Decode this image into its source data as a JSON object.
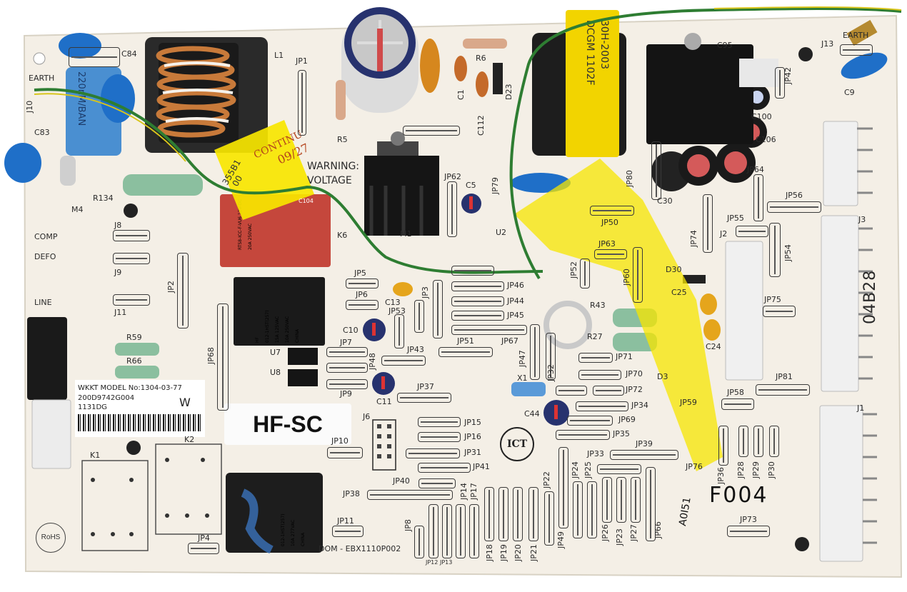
{
  "board": {
    "model_label": "WKKT MODEL No:1304-03-77",
    "part_number": "200D9742G004",
    "date_code": "1131DG",
    "logo_mark": "W",
    "id_label": "HF-SC",
    "dom_label": "DOM - EBX1110P002",
    "rohs": "RoHS",
    "ict": "ICT",
    "marker_main": "F004",
    "marker_small": "A0I51",
    "serial_vertical": "04B28",
    "warning_line1": "WARNING:",
    "warning_line2": "VOLTAGE",
    "earth_left": "EARTH",
    "earth_right": "EARTH"
  },
  "transformer": {
    "label1": "30H-2003",
    "label2": "DCGM 1102F"
  },
  "relays": {
    "k6_text": "RTS8-ICC-F-VU6 12V-DC",
    "k6_rating": "20A 250VAC",
    "relay_brand": "HF",
    "relay_model_1": "012-1HST(257)",
    "relay_origin": "CHINA",
    "relay_rating_1": "15A 125VAC",
    "relay_rating_2": "10A 250VAC",
    "relay_rating_3": "10A 277VAC"
  },
  "tape": {
    "text1": "CONTINU",
    "text2": "09/27",
    "text3": "355B1",
    "text4": "00"
  },
  "labels": [
    {
      "id": "C84",
      "t": "C84"
    },
    {
      "id": "L1",
      "t": "L1"
    },
    {
      "id": "JP1",
      "t": "JP1"
    },
    {
      "id": "R6",
      "t": "R6"
    },
    {
      "id": "C1",
      "t": "C1"
    },
    {
      "id": "C112",
      "t": "C112"
    },
    {
      "id": "D23",
      "t": "D23"
    },
    {
      "id": "R5",
      "t": "R5"
    },
    {
      "id": "J10",
      "t": "J10"
    },
    {
      "id": "C83",
      "t": "C83"
    },
    {
      "id": "R134",
      "t": "R134"
    },
    {
      "id": "M4",
      "t": "M4"
    },
    {
      "id": "C104",
      "t": "C104"
    },
    {
      "id": "K6",
      "t": "K6"
    },
    {
      "id": "J8",
      "t": "J8"
    },
    {
      "id": "COMP",
      "t": "COMP"
    },
    {
      "id": "DEF",
      "t": "DEFO"
    },
    {
      "id": "J9",
      "t": "J9"
    },
    {
      "id": "JP2",
      "t": "JP2"
    },
    {
      "id": "LINE",
      "t": "LINE"
    },
    {
      "id": "J11",
      "t": "J11"
    },
    {
      "id": "R59",
      "t": "R59"
    },
    {
      "id": "R66",
      "t": "R66"
    },
    {
      "id": "JP68",
      "t": "JP68"
    },
    {
      "id": "U7",
      "t": "U7"
    },
    {
      "id": "U8",
      "t": "U8"
    },
    {
      "id": "K1",
      "t": "K1"
    },
    {
      "id": "K2",
      "t": "K2"
    },
    {
      "id": "JP4",
      "t": "JP4"
    },
    {
      "id": "JP62",
      "t": "JP62"
    },
    {
      "id": "C5",
      "t": "C5"
    },
    {
      "id": "JP79",
      "t": "JP79"
    },
    {
      "id": "JP5",
      "t": "JP5"
    },
    {
      "id": "JP6",
      "t": "JP6"
    },
    {
      "id": "C13",
      "t": "C13"
    },
    {
      "id": "JP53",
      "t": "JP53"
    },
    {
      "id": "JP3",
      "t": "JP3"
    },
    {
      "id": "C10",
      "t": "C10"
    },
    {
      "id": "JP7",
      "t": "JP7"
    },
    {
      "id": "JP48",
      "t": "JP48"
    },
    {
      "id": "JP43",
      "t": "JP43"
    },
    {
      "id": "JP9",
      "t": "JP9"
    },
    {
      "id": "C11",
      "t": "C11"
    },
    {
      "id": "JP37",
      "t": "JP37"
    },
    {
      "id": "J6",
      "t": "J6"
    },
    {
      "id": "JP10",
      "t": "JP10"
    },
    {
      "id": "JP15",
      "t": "JP15"
    },
    {
      "id": "JP16",
      "t": "JP16"
    },
    {
      "id": "JP31",
      "t": "JP31"
    },
    {
      "id": "JP41",
      "t": "JP41"
    },
    {
      "id": "JP40",
      "t": "JP40"
    },
    {
      "id": "JP38",
      "t": "JP38"
    },
    {
      "id": "JP11",
      "t": "JP11"
    },
    {
      "id": "JP8",
      "t": "JP8"
    },
    {
      "id": "JP12",
      "t": "JP12"
    },
    {
      "id": "JP13",
      "t": "JP13"
    },
    {
      "id": "JP14",
      "t": "JP14"
    },
    {
      "id": "JP17",
      "t": "JP17"
    },
    {
      "id": "JP18",
      "t": "JP18"
    },
    {
      "id": "JP19",
      "t": "JP19"
    },
    {
      "id": "JP20",
      "t": "JP20"
    },
    {
      "id": "JP21",
      "t": "JP21"
    },
    {
      "id": "JP22",
      "t": "JP22"
    },
    {
      "id": "JP49",
      "t": "JP49"
    },
    {
      "id": "JP24",
      "t": "JP24"
    },
    {
      "id": "JP25",
      "t": "JP25"
    },
    {
      "id": "JP26",
      "t": "JP26"
    },
    {
      "id": "JP23",
      "t": "JP23"
    },
    {
      "id": "JP27",
      "t": "JP27"
    },
    {
      "id": "JP66",
      "t": "JP66"
    },
    {
      "id": "JP46",
      "t": "JP46"
    },
    {
      "id": "JP44",
      "t": "JP44"
    },
    {
      "id": "JP45",
      "t": "JP45"
    },
    {
      "id": "JP51",
      "t": "JP51"
    },
    {
      "id": "JP67",
      "t": "JP67"
    },
    {
      "id": "JP47",
      "t": "JP47"
    },
    {
      "id": "JP32",
      "t": "JP32"
    },
    {
      "id": "X1",
      "t": "X1"
    },
    {
      "id": "C44",
      "t": "C44"
    },
    {
      "id": "JP52",
      "t": "JP52"
    },
    {
      "id": "JP63",
      "t": "JP63"
    },
    {
      "id": "JP60",
      "t": "JP60"
    },
    {
      "id": "JP50",
      "t": "JP50"
    },
    {
      "id": "JP80",
      "t": "JP80"
    },
    {
      "id": "R43",
      "t": "R43"
    },
    {
      "id": "R27",
      "t": "R27"
    },
    {
      "id": "JP71",
      "t": "JP71"
    },
    {
      "id": "JP70",
      "t": "JP70"
    },
    {
      "id": "JP72",
      "t": "JP72"
    },
    {
      "id": "JP34",
      "t": "JP34"
    },
    {
      "id": "JP69",
      "t": "JP69"
    },
    {
      "id": "JP35",
      "t": "JP35"
    },
    {
      "id": "JP33",
      "t": "JP33"
    },
    {
      "id": "JP39",
      "t": "JP39"
    },
    {
      "id": "D3",
      "t": "D3"
    },
    {
      "id": "JP59",
      "t": "JP59"
    },
    {
      "id": "C30",
      "t": "C30"
    },
    {
      "id": "JP64",
      "t": "JP64"
    },
    {
      "id": "JP74",
      "t": "JP74"
    },
    {
      "id": "JP55",
      "t": "JP55"
    },
    {
      "id": "J2",
      "t": "J2"
    },
    {
      "id": "JP54",
      "t": "JP54"
    },
    {
      "id": "JP56",
      "t": "JP56"
    },
    {
      "id": "D30",
      "t": "D30"
    },
    {
      "id": "C25",
      "t": "C25"
    },
    {
      "id": "C24",
      "t": "C24"
    },
    {
      "id": "JP75",
      "t": "JP75"
    },
    {
      "id": "J3",
      "t": "J3"
    },
    {
      "id": "JP81",
      "t": "JP81"
    },
    {
      "id": "JP58",
      "t": "JP58"
    },
    {
      "id": "J1",
      "t": "J1"
    },
    {
      "id": "JP76",
      "t": "JP76"
    },
    {
      "id": "JP36",
      "t": "JP36"
    },
    {
      "id": "JP28",
      "t": "JP28"
    },
    {
      "id": "JP29",
      "t": "JP29"
    },
    {
      "id": "JP30",
      "t": "JP30"
    },
    {
      "id": "JP73",
      "t": "JP73"
    },
    {
      "id": "J13",
      "t": "J13"
    },
    {
      "id": "C95",
      "t": "C95"
    },
    {
      "id": "JP42",
      "t": "JP42"
    },
    {
      "id": "C9",
      "t": "C9"
    },
    {
      "id": "C100",
      "t": "C100"
    },
    {
      "id": "C106",
      "t": "C106"
    },
    {
      "id": "U2",
      "t": "U2"
    },
    {
      "id": "M1",
      "t": "M1"
    }
  ],
  "colors": {
    "pcb": "#f4efe6",
    "silkscreen": "#2a2a2a",
    "tape": "#f7e600",
    "wire_green": "#2e7d32",
    "cap_blue": "#1f6fc8",
    "relay_black": "#1a1a1a",
    "relay_red": "#c5473c",
    "transformer_yellow": "#f2d400"
  }
}
